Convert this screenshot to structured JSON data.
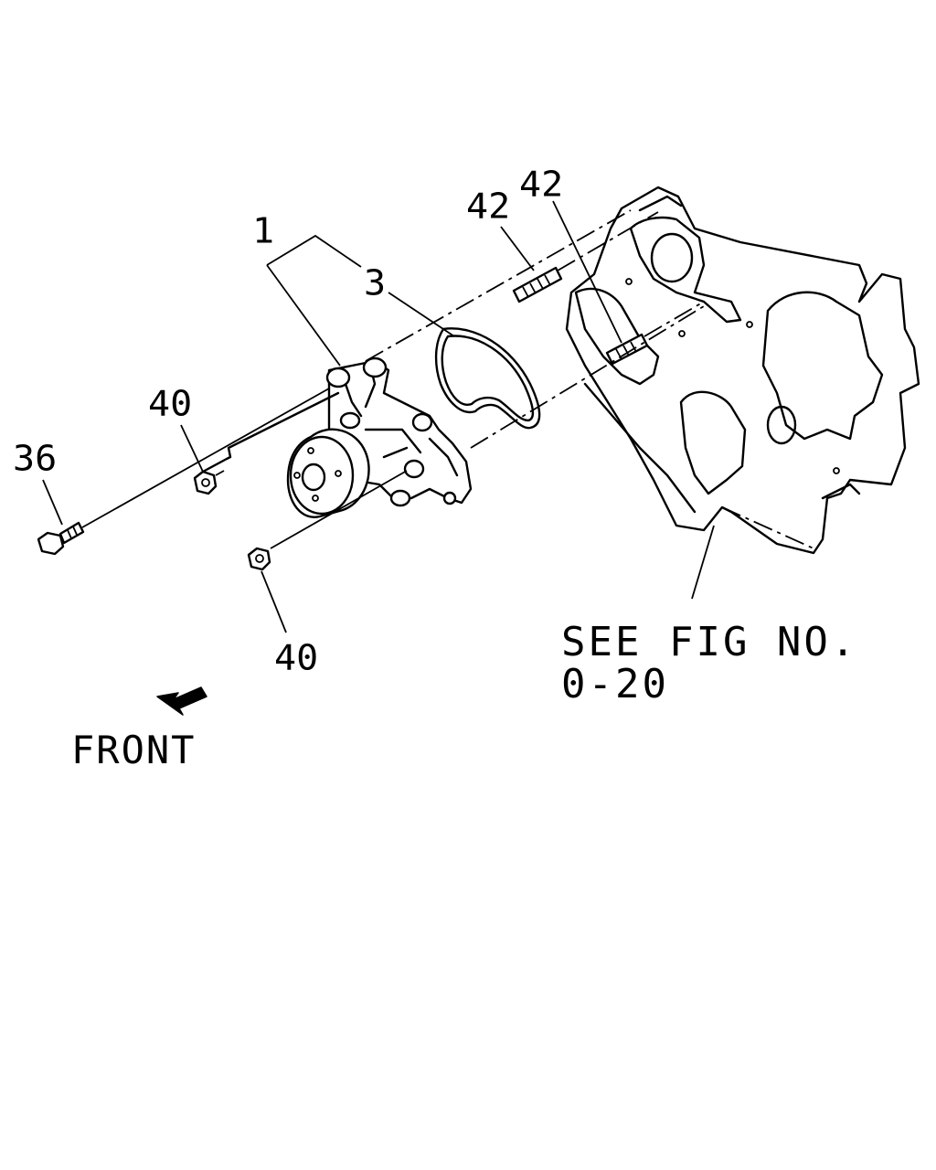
{
  "callouts": {
    "part_1": "1",
    "part_3": "3",
    "part_42_left": "42",
    "part_42_right": "42",
    "part_40_upper": "40",
    "part_40_lower": "40",
    "part_36": "36"
  },
  "reference_note": {
    "line1": "SEE FIG NO.",
    "line2": "0-20"
  },
  "direction": {
    "label": "FRONT",
    "icon": "arrow-down-left-icon"
  },
  "colors": {
    "ink": "#000000",
    "paper": "#ffffff"
  }
}
